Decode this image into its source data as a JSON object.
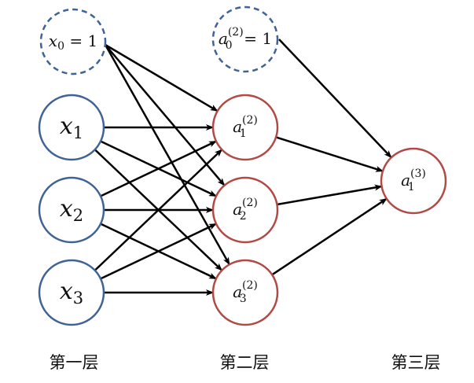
{
  "colors": {
    "input_stroke": "#3f6396",
    "hidden_stroke": "#b14a45",
    "arrow": "#000000"
  },
  "layers": [
    {
      "label": "第一层",
      "bias": {
        "base": "x",
        "sub": "0",
        "sup": "",
        "suffix": " = 1"
      },
      "nodes": [
        {
          "base": "x",
          "sub": "1",
          "sup": ""
        },
        {
          "base": "x",
          "sub": "2",
          "sup": ""
        },
        {
          "base": "x",
          "sub": "3",
          "sup": ""
        }
      ]
    },
    {
      "label": "第二层",
      "bias": {
        "base": "a",
        "sub": "0",
        "sup": "(2)",
        "suffix": " = 1"
      },
      "nodes": [
        {
          "base": "a",
          "sub": "1",
          "sup": "(2)"
        },
        {
          "base": "a",
          "sub": "2",
          "sup": "(2)"
        },
        {
          "base": "a",
          "sub": "3",
          "sup": "(2)"
        }
      ]
    },
    {
      "label": "第三层",
      "nodes": [
        {
          "base": "a",
          "sub": "1",
          "sup": "(3)"
        }
      ]
    }
  ]
}
